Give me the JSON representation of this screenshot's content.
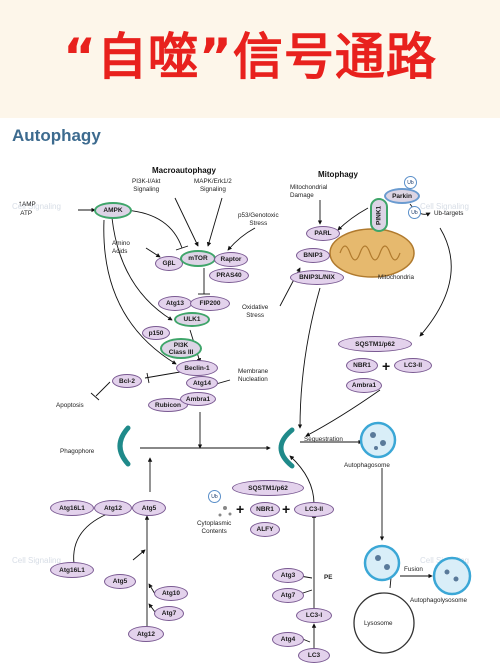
{
  "banner": {
    "title": "“自噬”信号通路"
  },
  "diagram_title": "Autophagy",
  "sections": {
    "macro": "Macroautophagy",
    "mito": "Mitophagy"
  },
  "labels": {
    "amp_up": "AMP",
    "atp_down": "ATP",
    "pi3k": "PI3K-I/Akt\nSignaling",
    "mapk": "MAPK/Erk1/2\nSignaling",
    "p53": "p53/Genotoxic\nStress",
    "amino": "Amino\nAcids",
    "mito_damage": "Mitochondrial\nDamage",
    "ub_targets": "Ub-targets",
    "mitochondria": "Mitochondria",
    "oxidative": "Oxidative\nStress",
    "membrane": "Membrane\nNucleation",
    "apoptosis": "Apoptosis",
    "phagophore": "Phagophore",
    "sequestration": "Sequestration",
    "autophagosome": "Autophagosome",
    "cyto": "Cytoplasmic\nContents",
    "pe": "PE",
    "fusion": "Fusion",
    "autolyso": "Autophagolysosome",
    "lysosome": "Lysosome"
  },
  "nodes": {
    "ampk": "AMPK",
    "gbl": "GβL",
    "mtor": "mTOR",
    "raptor": "Raptor",
    "pras40": "PRAS40",
    "atg13": "Atg13",
    "fip200": "FIP200",
    "ulk1": "ULK1",
    "p150": "p150",
    "pi3k3": "PI3K\nClass III",
    "beclin": "Beclin-1",
    "bcl2": "Bcl-2",
    "atg14": "Atg14",
    "rubicon": "Rubicon",
    "ambra": "Ambra1",
    "pink1": "PINK1",
    "parkin": "Parkin",
    "parl": "PARL",
    "bnip3": "BNIP3",
    "bnip3l": "BNIP3L/NIX",
    "sqstm_r": "SQSTM1/p62",
    "nbr1_r": "NBR1",
    "lc3ii_r": "LC3-II",
    "ambra_r": "Ambra1",
    "atg16l1_c": "Atg16L1",
    "atg12_c": "Atg12",
    "atg5_c": "Atg5",
    "sqstm_c": "SQSTM1/p62",
    "nbr1_c": "NBR1",
    "lc3ii_c": "LC3-II",
    "alfy": "ALFY",
    "atg16l1_l": "Atg16L1",
    "atg5_l": "Atg5",
    "atg10": "Atg10",
    "atg7_l": "Atg7",
    "atg12_l": "Atg12",
    "atg3": "Atg3",
    "atg7_r": "Atg7",
    "lc3i": "LC3-I",
    "atg4": "Atg4",
    "lc3": "LC3"
  },
  "ub": "Ub",
  "watermark": "Cell Signaling",
  "colors": {
    "title_red": "#e8211d",
    "heading_blue": "#3d6b8f",
    "node_fill": "#e3d2ec",
    "node_border": "#7a5a92",
    "green_ring": "#3fa56a",
    "teal": "#1f8a8a",
    "vesicle": "#3ba7d6"
  }
}
